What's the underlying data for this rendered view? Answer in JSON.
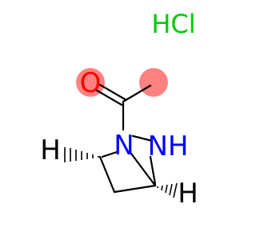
{
  "molecule": {
    "salt": {
      "text": "HCl",
      "color": "#00cc00"
    },
    "atoms": {
      "oxygen": {
        "text": "O",
        "color": "#ff0000"
      },
      "nitrogen_acyl": {
        "text": "N",
        "color": "#0000ff"
      },
      "nitrogen_amine": {
        "text": "NH",
        "color": "#0000ff"
      },
      "hydrogen_left": {
        "text": "H",
        "color": "#000000"
      },
      "hydrogen_right": {
        "text": "H",
        "color": "#000000"
      }
    },
    "highlight_color": "#ff6b6b",
    "bond_color": "#000000"
  }
}
